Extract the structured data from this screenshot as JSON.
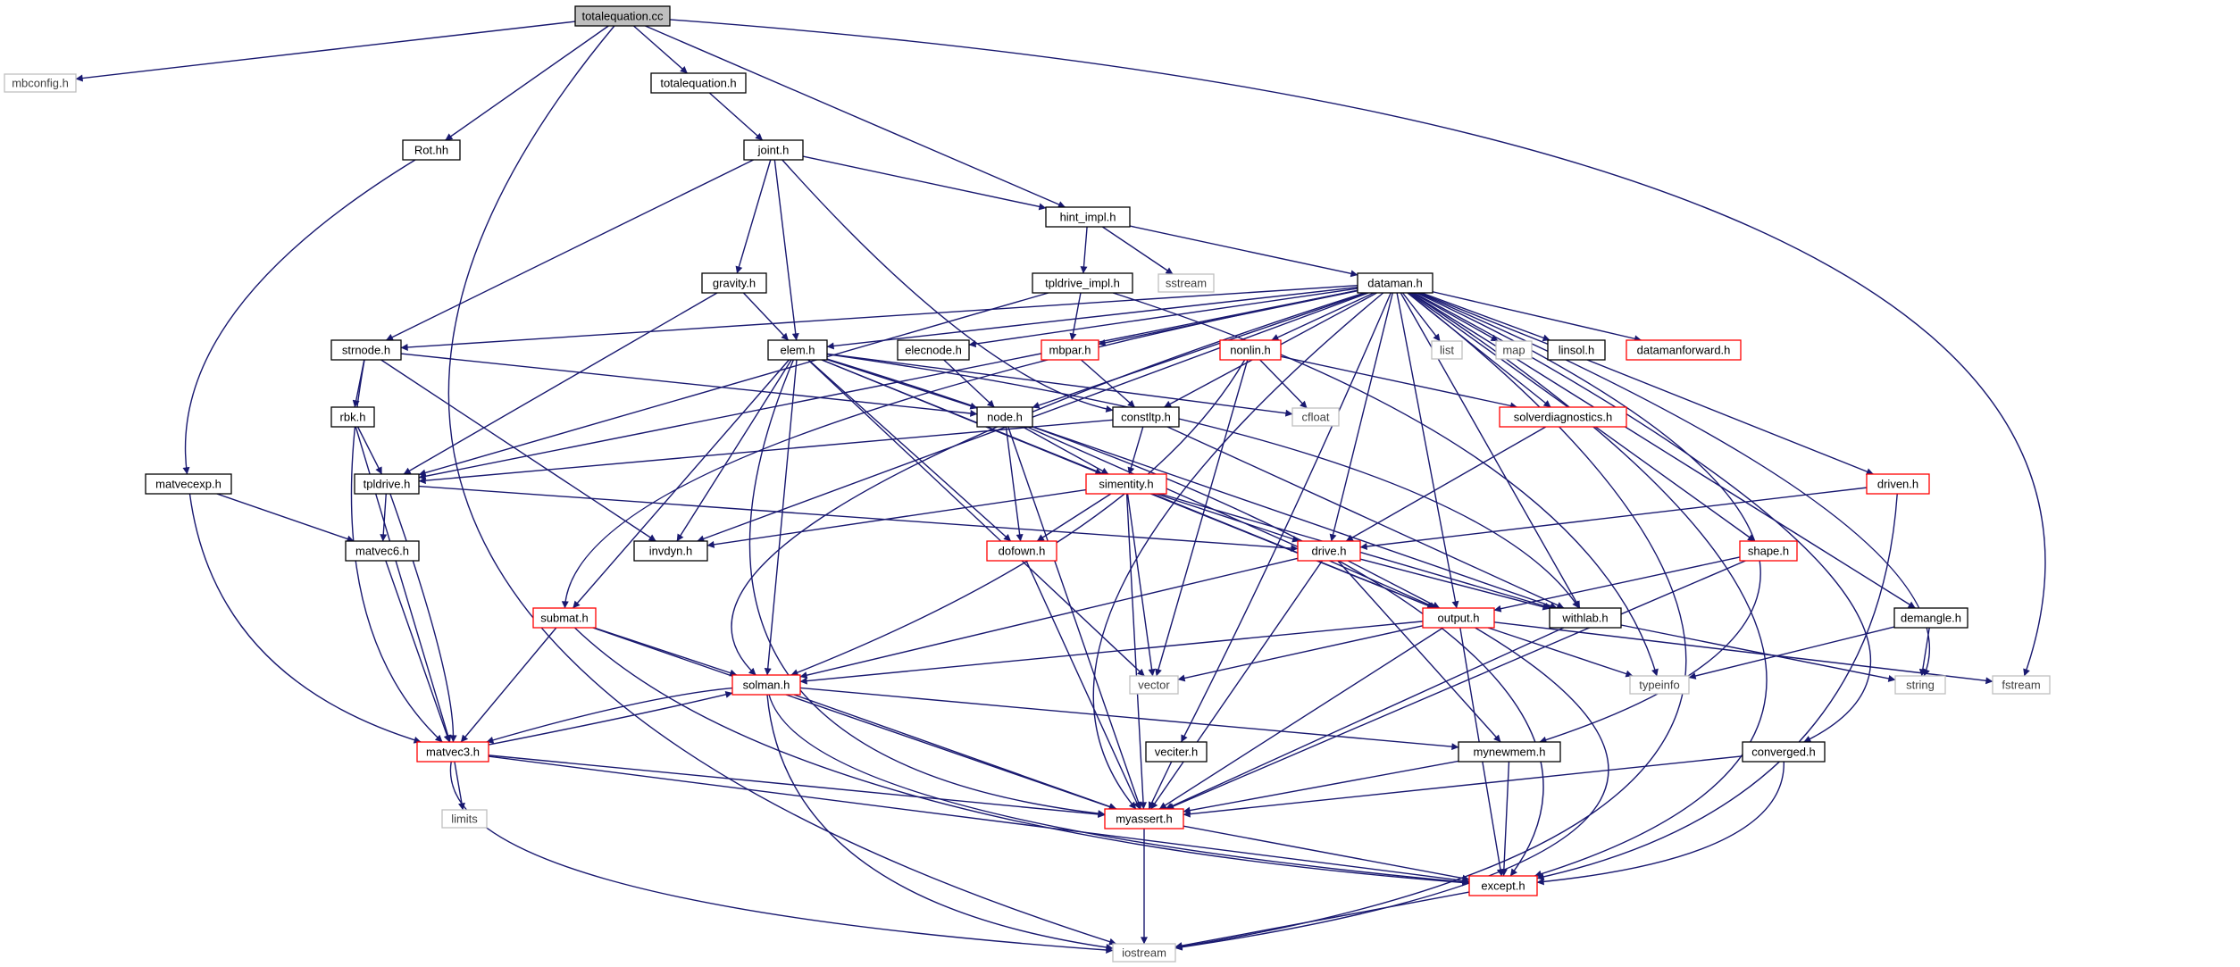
{
  "diagram": {
    "colors": {
      "edge": "#191970",
      "border_normal": "#000000",
      "border_truncated": "#ff0000",
      "border_external": "#bfbfbf",
      "fill_root": "#bfbfbf",
      "fill": "#ffffff",
      "text_normal": "#000000",
      "text_external": "#404040"
    },
    "nodes": [
      {
        "id": "totalequation_cc",
        "label": "totalequation.cc",
        "kind": "root"
      },
      {
        "id": "mbconfig",
        "label": "mbconfig.h",
        "kind": "external"
      },
      {
        "id": "totalequation_h",
        "label": "totalequation.h",
        "kind": "normal"
      },
      {
        "id": "rot",
        "label": "Rot.hh",
        "kind": "normal"
      },
      {
        "id": "joint",
        "label": "joint.h",
        "kind": "normal"
      },
      {
        "id": "hint_impl",
        "label": "hint_impl.h",
        "kind": "normal"
      },
      {
        "id": "sstream",
        "label": "sstream",
        "kind": "external"
      },
      {
        "id": "gravity",
        "label": "gravity.h",
        "kind": "normal"
      },
      {
        "id": "tpldrive_impl",
        "label": "tpldrive_impl.h",
        "kind": "normal"
      },
      {
        "id": "dataman",
        "label": "dataman.h",
        "kind": "normal"
      },
      {
        "id": "strnode",
        "label": "strnode.h",
        "kind": "normal"
      },
      {
        "id": "elem",
        "label": "elem.h",
        "kind": "normal"
      },
      {
        "id": "elecnode",
        "label": "elecnode.h",
        "kind": "normal"
      },
      {
        "id": "mbpar",
        "label": "mbpar.h",
        "kind": "truncated"
      },
      {
        "id": "nonlin",
        "label": "nonlin.h",
        "kind": "truncated"
      },
      {
        "id": "list",
        "label": "list",
        "kind": "external"
      },
      {
        "id": "map",
        "label": "map",
        "kind": "external"
      },
      {
        "id": "linsol",
        "label": "linsol.h",
        "kind": "normal"
      },
      {
        "id": "datamanforward",
        "label": "datamanforward.h",
        "kind": "truncated"
      },
      {
        "id": "rbk",
        "label": "rbk.h",
        "kind": "normal"
      },
      {
        "id": "node",
        "label": "node.h",
        "kind": "normal"
      },
      {
        "id": "constltp",
        "label": "constltp.h",
        "kind": "normal"
      },
      {
        "id": "cfloat",
        "label": "cfloat",
        "kind": "external"
      },
      {
        "id": "solverdiag",
        "label": "solverdiagnostics.h",
        "kind": "truncated"
      },
      {
        "id": "matvecexp",
        "label": "matvecexp.h",
        "kind": "normal"
      },
      {
        "id": "tpldrive",
        "label": "tpldrive.h",
        "kind": "normal"
      },
      {
        "id": "simentity",
        "label": "simentity.h",
        "kind": "truncated"
      },
      {
        "id": "driven",
        "label": "driven.h",
        "kind": "truncated"
      },
      {
        "id": "matvec6",
        "label": "matvec6.h",
        "kind": "normal"
      },
      {
        "id": "invdyn",
        "label": "invdyn.h",
        "kind": "normal"
      },
      {
        "id": "dofown",
        "label": "dofown.h",
        "kind": "truncated"
      },
      {
        "id": "drive",
        "label": "drive.h",
        "kind": "truncated"
      },
      {
        "id": "shape",
        "label": "shape.h",
        "kind": "truncated"
      },
      {
        "id": "submat",
        "label": "submat.h",
        "kind": "truncated"
      },
      {
        "id": "output",
        "label": "output.h",
        "kind": "truncated"
      },
      {
        "id": "withlab",
        "label": "withlab.h",
        "kind": "normal"
      },
      {
        "id": "demangle",
        "label": "demangle.h",
        "kind": "normal"
      },
      {
        "id": "solman",
        "label": "solman.h",
        "kind": "truncated"
      },
      {
        "id": "vector",
        "label": "vector",
        "kind": "external"
      },
      {
        "id": "typeinfo",
        "label": "typeinfo",
        "kind": "external"
      },
      {
        "id": "string",
        "label": "string",
        "kind": "external"
      },
      {
        "id": "fstream",
        "label": "fstream",
        "kind": "external"
      },
      {
        "id": "matvec3",
        "label": "matvec3.h",
        "kind": "truncated"
      },
      {
        "id": "veciter",
        "label": "veciter.h",
        "kind": "normal"
      },
      {
        "id": "mynewmem",
        "label": "mynewmem.h",
        "kind": "normal"
      },
      {
        "id": "converged",
        "label": "converged.h",
        "kind": "normal"
      },
      {
        "id": "limits",
        "label": "limits",
        "kind": "external"
      },
      {
        "id": "myassert",
        "label": "myassert.h",
        "kind": "truncated"
      },
      {
        "id": "except",
        "label": "except.h",
        "kind": "truncated"
      },
      {
        "id": "iostream",
        "label": "iostream",
        "kind": "external"
      }
    ],
    "edges": [
      [
        "totalequation_cc",
        "mbconfig"
      ],
      [
        "totalequation_cc",
        "totalequation_h"
      ],
      [
        "totalequation_cc",
        "rot"
      ],
      [
        "totalequation_cc",
        "hint_impl"
      ],
      [
        "totalequation_cc",
        "fstream"
      ],
      [
        "totalequation_cc",
        "iostream"
      ],
      [
        "totalequation_h",
        "joint"
      ],
      [
        "rot",
        "matvecexp"
      ],
      [
        "joint",
        "hint_impl"
      ],
      [
        "joint",
        "gravity"
      ],
      [
        "joint",
        "elem"
      ],
      [
        "joint",
        "strnode"
      ],
      [
        "joint",
        "constltp"
      ],
      [
        "hint_impl",
        "sstream"
      ],
      [
        "hint_impl",
        "dataman"
      ],
      [
        "hint_impl",
        "tpldrive_impl"
      ],
      [
        "gravity",
        "elem"
      ],
      [
        "gravity",
        "tpldrive"
      ],
      [
        "tpldrive_impl",
        "mbpar"
      ],
      [
        "tpldrive_impl",
        "tpldrive"
      ],
      [
        "tpldrive_impl",
        "typeinfo"
      ],
      [
        "dataman",
        "strnode"
      ],
      [
        "dataman",
        "elem"
      ],
      [
        "dataman",
        "elecnode"
      ],
      [
        "dataman",
        "mbpar"
      ],
      [
        "dataman",
        "nonlin"
      ],
      [
        "dataman",
        "list"
      ],
      [
        "dataman",
        "map"
      ],
      [
        "dataman",
        "linsol"
      ],
      [
        "dataman",
        "datamanforward"
      ],
      [
        "dataman",
        "node"
      ],
      [
        "dataman",
        "constltp"
      ],
      [
        "dataman",
        "solverdiag"
      ],
      [
        "dataman",
        "driven"
      ],
      [
        "dataman",
        "shape"
      ],
      [
        "dataman",
        "demangle"
      ],
      [
        "dataman",
        "output"
      ],
      [
        "dataman",
        "drive"
      ],
      [
        "dataman",
        "string"
      ],
      [
        "dataman",
        "mynewmem"
      ],
      [
        "dataman",
        "converged"
      ],
      [
        "dataman",
        "except"
      ],
      [
        "dataman",
        "iostream"
      ],
      [
        "dataman",
        "veciter"
      ],
      [
        "dataman",
        "myassert"
      ],
      [
        "dataman",
        "solman"
      ],
      [
        "dataman",
        "submat"
      ],
      [
        "dataman",
        "invdyn"
      ],
      [
        "dataman",
        "tpldrive"
      ],
      [
        "dataman",
        "withlab"
      ],
      [
        "strnode",
        "rbk"
      ],
      [
        "strnode",
        "node"
      ],
      [
        "strnode",
        "invdyn"
      ],
      [
        "strnode",
        "matvec3"
      ],
      [
        "elem",
        "node"
      ],
      [
        "elem",
        "simentity"
      ],
      [
        "elem",
        "invdyn"
      ],
      [
        "elem",
        "dofown"
      ],
      [
        "elem",
        "output"
      ],
      [
        "elem",
        "solman"
      ],
      [
        "elem",
        "submat"
      ],
      [
        "elem",
        "vector"
      ],
      [
        "elem",
        "cfloat"
      ],
      [
        "elem",
        "withlab"
      ],
      [
        "elem",
        "myassert"
      ],
      [
        "elem",
        "except"
      ],
      [
        "elecnode",
        "node"
      ],
      [
        "mbpar",
        "constltp"
      ],
      [
        "nonlin",
        "cfloat"
      ],
      [
        "nonlin",
        "solverdiag"
      ],
      [
        "nonlin",
        "vector"
      ],
      [
        "nonlin",
        "solman"
      ],
      [
        "rbk",
        "tpldrive"
      ],
      [
        "rbk",
        "matvec3"
      ],
      [
        "node",
        "simentity"
      ],
      [
        "node",
        "dofown"
      ],
      [
        "node",
        "output"
      ],
      [
        "node",
        "withlab"
      ],
      [
        "node",
        "myassert"
      ],
      [
        "constltp",
        "tpldrive"
      ],
      [
        "constltp",
        "simentity"
      ],
      [
        "constltp",
        "withlab"
      ],
      [
        "solverdiag",
        "drive"
      ],
      [
        "matvecexp",
        "matvec6"
      ],
      [
        "matvecexp",
        "matvec3"
      ],
      [
        "tpldrive",
        "matvec6"
      ],
      [
        "tpldrive",
        "drive"
      ],
      [
        "tpldrive",
        "matvec3"
      ],
      [
        "simentity",
        "invdyn"
      ],
      [
        "simentity",
        "dofown"
      ],
      [
        "simentity",
        "drive"
      ],
      [
        "simentity",
        "output"
      ],
      [
        "simentity",
        "withlab"
      ],
      [
        "simentity",
        "vector"
      ],
      [
        "simentity",
        "myassert"
      ],
      [
        "driven",
        "drive"
      ],
      [
        "driven",
        "except"
      ],
      [
        "matvec6",
        "matvec3"
      ],
      [
        "dofown",
        "myassert"
      ],
      [
        "drive",
        "output"
      ],
      [
        "drive",
        "withlab"
      ],
      [
        "drive",
        "solman"
      ],
      [
        "drive",
        "mynewmem"
      ],
      [
        "drive",
        "myassert"
      ],
      [
        "shape",
        "output"
      ],
      [
        "shape",
        "myassert"
      ],
      [
        "submat",
        "solman"
      ],
      [
        "submat",
        "matvec3"
      ],
      [
        "submat",
        "myassert"
      ],
      [
        "submat",
        "except"
      ],
      [
        "output",
        "solman"
      ],
      [
        "output",
        "vector"
      ],
      [
        "output",
        "typeinfo"
      ],
      [
        "output",
        "fstream"
      ],
      [
        "output",
        "myassert"
      ],
      [
        "output",
        "except"
      ],
      [
        "output",
        "iostream"
      ],
      [
        "withlab",
        "string"
      ],
      [
        "withlab",
        "myassert"
      ],
      [
        "demangle",
        "typeinfo"
      ],
      [
        "demangle",
        "string"
      ],
      [
        "solman",
        "matvec3"
      ],
      [
        "solman",
        "myassert"
      ],
      [
        "solman",
        "mynewmem"
      ],
      [
        "solman",
        "except"
      ],
      [
        "solman",
        "iostream"
      ],
      [
        "matvec3",
        "solman"
      ],
      [
        "matvec3",
        "limits"
      ],
      [
        "matvec3",
        "myassert"
      ],
      [
        "matvec3",
        "except"
      ],
      [
        "matvec3",
        "iostream"
      ],
      [
        "veciter",
        "myassert"
      ],
      [
        "mynewmem",
        "myassert"
      ],
      [
        "mynewmem",
        "except"
      ],
      [
        "converged",
        "myassert"
      ],
      [
        "converged",
        "except"
      ],
      [
        "myassert",
        "except"
      ],
      [
        "myassert",
        "iostream"
      ],
      [
        "except",
        "iostream"
      ]
    ]
  }
}
